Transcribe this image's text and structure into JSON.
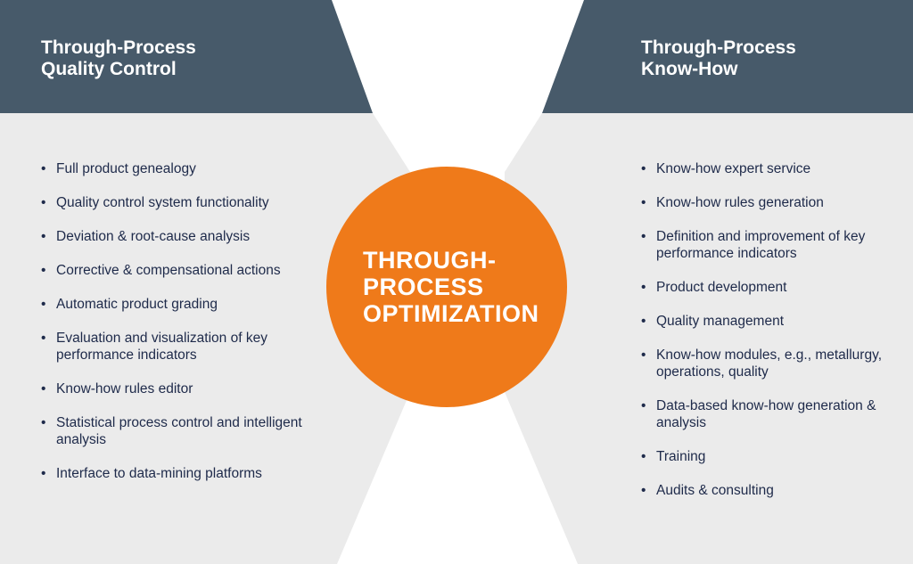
{
  "colors": {
    "header_dark": "#475a6a",
    "panel_light": "#ebebeb",
    "center_orange": "#ef7a1a",
    "text_dark": "#1e2a4a",
    "white": "#ffffff"
  },
  "left": {
    "title_line1": "Through-Process",
    "title_line2": "Quality Control",
    "items": [
      "Full product genealogy",
      "Quality control system functionality",
      "Deviation & root-cause analysis",
      "Corrective & compensational actions",
      "Automatic product grading",
      "Evaluation and visualization of key performance indicators",
      "Know-how rules editor",
      "Statistical process control and intelligent analysis",
      "Interface to data-mining platforms"
    ]
  },
  "right": {
    "title_line1": "Through-Process",
    "title_line2": "Know-How",
    "items": [
      "Know-how expert service",
      "Know-how rules generation",
      "Definition and improvement of key performance indicators",
      "Product development",
      "Quality management",
      "Know-how modules, e.g., metallurgy, operations, quality",
      "Data-based know-how generation & analysis",
      "Training",
      "Audits & consulting"
    ]
  },
  "center": {
    "line1": "THROUGH-",
    "line2": "PROCESS",
    "line3": "OPTIMIZATION"
  },
  "bullet": "•"
}
